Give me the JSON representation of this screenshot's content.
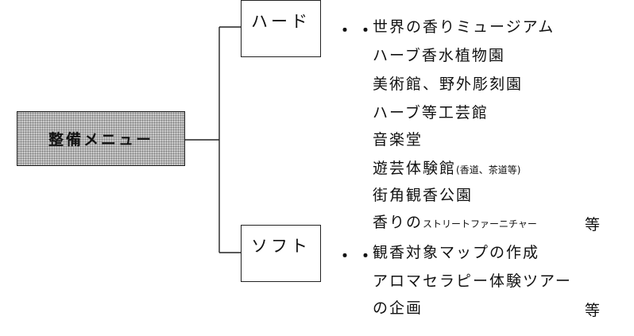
{
  "root": {
    "label": "整備メニュー"
  },
  "hard": {
    "label": "ハード",
    "dots": "・・",
    "items": [
      "世界の香りミュージアム",
      "ハーブ香水植物園",
      "美術館、野外彫刻園",
      "ハーブ等工芸館",
      "音楽堂"
    ],
    "item6_main": "遊芸体験館",
    "item6_note": "(香道、茶道等)",
    "item7": "街角観香公園",
    "item8_main": "香りの",
    "item8_small": "ストリートファーニチャー",
    "etc": "等"
  },
  "soft": {
    "label": "ソフト",
    "dots": "・・",
    "items": [
      "観香対象マップの作成",
      "アロマセラピー体験ツアー",
      "の企画"
    ],
    "etc": "等"
  }
}
